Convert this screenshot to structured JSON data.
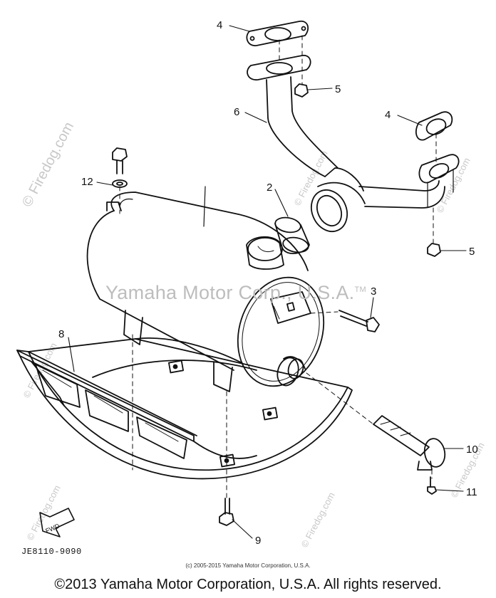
{
  "diagram": {
    "part_numbers": [
      {
        "id": "callout-4-top",
        "label": "4"
      },
      {
        "id": "callout-5-top",
        "label": "5"
      },
      {
        "id": "callout-6",
        "label": "6"
      },
      {
        "id": "callout-4-right",
        "label": "4"
      },
      {
        "id": "callout-2",
        "label": "2"
      },
      {
        "id": "callout-5-right",
        "label": "5"
      },
      {
        "id": "callout-12",
        "label": "12"
      },
      {
        "id": "callout-3",
        "label": "3"
      },
      {
        "id": "callout-8",
        "label": "8"
      },
      {
        "id": "callout-10",
        "label": "10"
      },
      {
        "id": "callout-11",
        "label": "11"
      },
      {
        "id": "callout-9",
        "label": "9"
      }
    ],
    "fwd_label": "FWD",
    "reference_code": "JE8110-9090"
  },
  "watermarks": {
    "center": "Yamaha Motor Corp., U.S.A.",
    "tm": "TM",
    "firedog": "© Firedog.com"
  },
  "copyright": {
    "small": "(c) 2005-2015 Yamaha Motor Corporation, U.S.A.",
    "main": "©2013 Yamaha Motor Corporation, U.S.A. All rights reserved."
  }
}
